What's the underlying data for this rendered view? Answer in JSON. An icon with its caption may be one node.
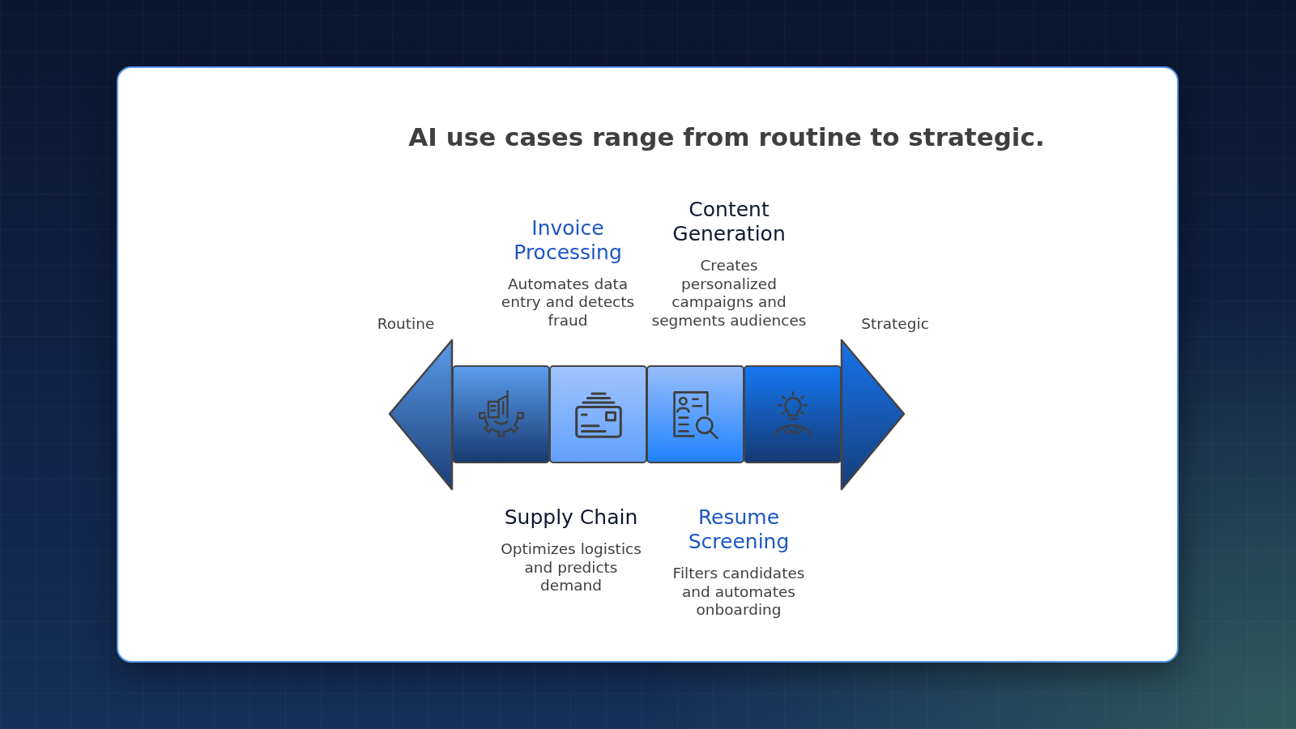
{
  "diagram": {
    "title": "AI use cases range from routine to strategic.",
    "nodes": [
      {
        "text": [],
        "shape": "box",
        "beside": [
          "Supply Chain",
          "Optimizes logistics and predicts demand"
        ]
      },
      {
        "text": [],
        "shape": "box",
        "beside": [
          "Invoice Processing",
          "Automates data entry and detects fraud"
        ]
      },
      {
        "text": [],
        "shape": "box",
        "beside": [
          "Resume Screening",
          "Filters candidates and automates onboarding"
        ]
      },
      {
        "text": [],
        "shape": "box",
        "beside": [
          "Content Generation",
          "Creates personalized campaigns and segments audiences"
        ]
      }
    ],
    "labels": [
      "Routine",
      "Strategic"
    ]
  }
}
